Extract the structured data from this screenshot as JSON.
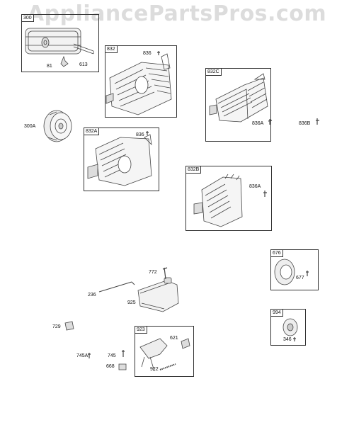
{
  "watermark": "AppliancePartsPros.com",
  "boxes": {
    "b300": "300",
    "b832": "832",
    "b832C": "832C",
    "b832A": "832A",
    "b832B": "832B",
    "b676": "676",
    "b994": "994",
    "b923": "923"
  },
  "labels": {
    "l81": "81",
    "l613": "613",
    "l836a": "836",
    "l300A": "300A",
    "l836b": "836",
    "l836A_1": "836A",
    "l836B": "836B",
    "l836A_2": "836A",
    "l772": "772",
    "l236": "236",
    "l925": "925",
    "l677": "677",
    "l729": "729",
    "l346": "346",
    "l621": "621",
    "l745A": "745A",
    "l745": "745",
    "l922": "922",
    "l668": "668"
  }
}
